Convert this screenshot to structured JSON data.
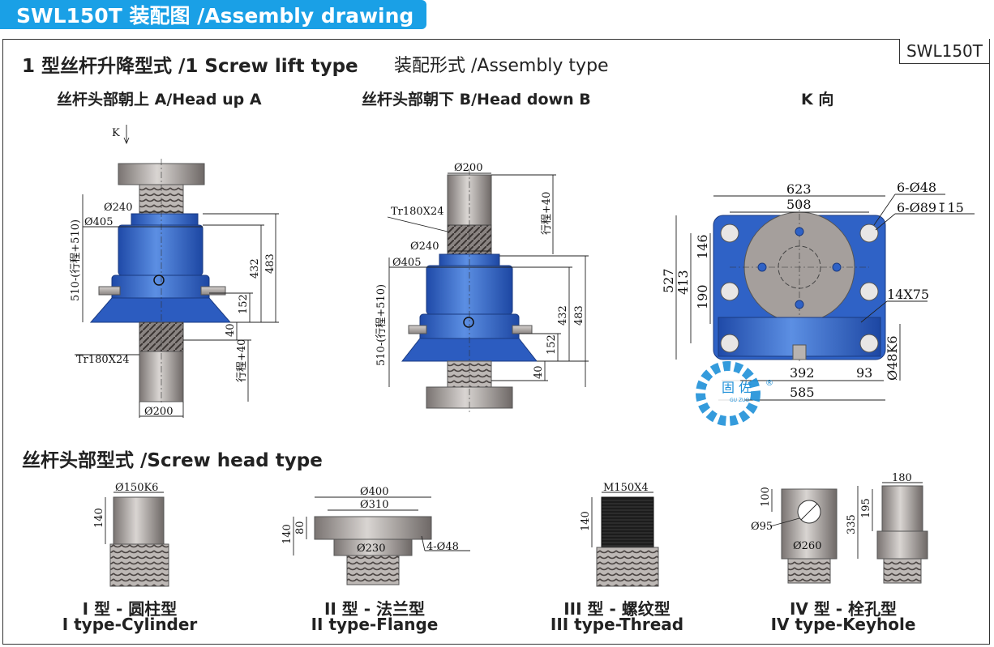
{
  "banner": {
    "title": "SWL150T 装配图 /Assembly drawing"
  },
  "model_tag": "SWL150T",
  "section1": {
    "title": "1 型丝杆升降型式 /1 Screw lift type",
    "subtitle": "装配形式 /Assembly type"
  },
  "views": {
    "head_up": {
      "title": "丝杆头部朝上 A/Head up A",
      "k_arrow": "K",
      "dims": {
        "d240": "Ø240",
        "d405": "Ø405",
        "stroke510": "510-(行程+510)",
        "d432": "432",
        "d483": "483",
        "d152": "152",
        "d40": "40",
        "stroke40": "行程+40",
        "thread": "Tr180X24",
        "d200": "Ø200"
      }
    },
    "head_down": {
      "title": "丝杆头部朝下 B/Head down B",
      "dims": {
        "d200": "Ø200",
        "thread": "Tr180X24",
        "stroke40": "行程+40",
        "d240": "Ø240",
        "d405": "Ø405",
        "stroke510": "510-(行程+510)",
        "d432": "432",
        "d483": "483",
        "d152": "152",
        "d40": "40"
      }
    },
    "k_view": {
      "title": "K 向",
      "dims": {
        "d623": "623",
        "d508": "508",
        "holes1": "6-Ø48",
        "holes2": "6-Ø89↧15",
        "d527": "527",
        "d413": "413",
        "d146": "146",
        "d190": "190",
        "key": "14X75",
        "d48k6": "Ø48K6",
        "d392": "392",
        "d93": "93",
        "d585": "585"
      }
    }
  },
  "logo": {
    "text": "固 佐",
    "reg": "®",
    "sub": "GU ZUO"
  },
  "section2": {
    "title": "丝杆头部型式 /Screw head type"
  },
  "head_types": [
    {
      "cn": "I 型 - 圆柱型",
      "en": "I type-Cylinder",
      "dims": {
        "d": "Ø150K6",
        "h": "140"
      }
    },
    {
      "cn": "II 型 - 法兰型",
      "en": "II type-Flange",
      "dims": {
        "d400": "Ø400",
        "d310": "Ø310",
        "d230": "Ø230",
        "h140": "140",
        "h80": "80",
        "holes": "4-Ø48"
      }
    },
    {
      "cn": "III 型 - 螺纹型",
      "en": "III type-Thread",
      "dims": {
        "thread": "M150X4",
        "h": "140"
      }
    },
    {
      "cn": "IV 型 - 栓孔型",
      "en": "IV type-Keyhole",
      "dims": {
        "d100": "100",
        "d95": "Ø95",
        "d260": "Ø260",
        "d180": "180",
        "d195": "195",
        "d335": "335"
      }
    }
  ],
  "colors": {
    "banner": "#1aa0e6",
    "body_blue": "#2f5fbf",
    "body_blue_light": "#5a8de0",
    "steel": "#b8b3b0",
    "steel_dark": "#6e6866",
    "logo_blue": "#1e90d8"
  }
}
